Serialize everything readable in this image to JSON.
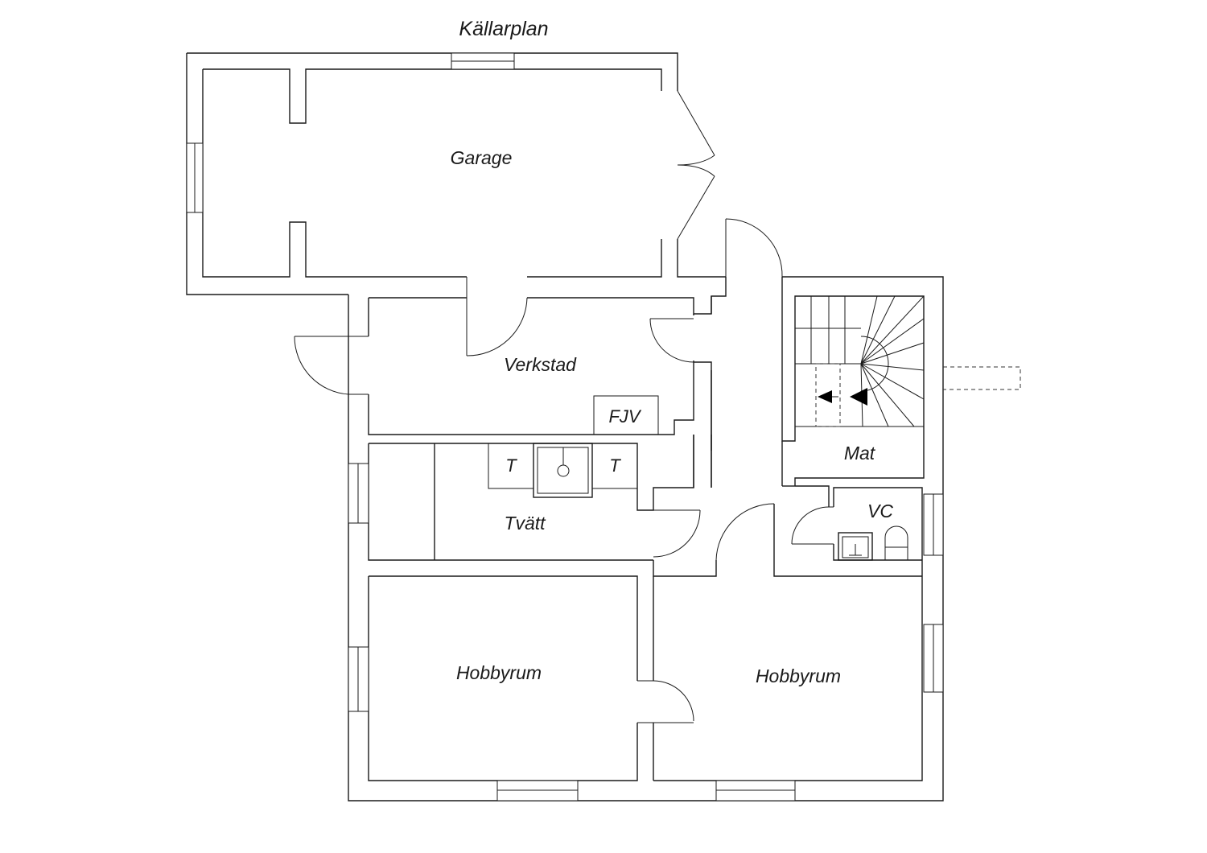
{
  "plan": {
    "title": "Källarplan",
    "rooms": {
      "garage": "Garage",
      "verkstad": "Verkstad",
      "fjv": "FJV",
      "tvatt": "Tvätt",
      "tumble_left": "T",
      "tumble_right": "T",
      "mat": "Mat",
      "vc": "VC",
      "hobbyrum_left": "Hobbyrum",
      "hobbyrum_right": "Hobbyrum"
    }
  },
  "colors": {
    "line": "#1a1a1a",
    "background": "#ffffff"
  }
}
